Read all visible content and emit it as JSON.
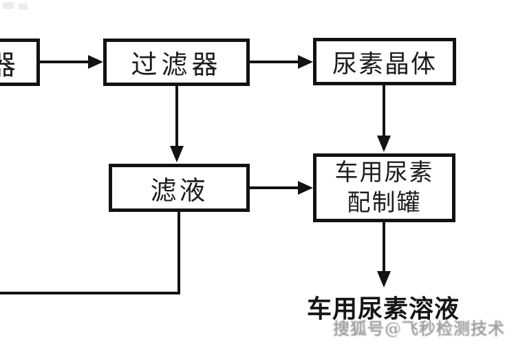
{
  "diagram": {
    "title_semantic": "vehicle-urea-production-flowchart",
    "background_color": "#ffffff",
    "line_color": "#121212",
    "nodes": {
      "crystallizer_partial": {
        "label": "器"
      },
      "filter": {
        "label": "过滤器"
      },
      "urea_crystal": {
        "label": "尿素晶体"
      },
      "filtrate": {
        "label": "滤液"
      },
      "prep_tank": {
        "label_line1": "车用尿素",
        "label_line2": "配制罐"
      }
    },
    "output_label": "车用尿素溶液",
    "watermark": {
      "text": "搜狐号@飞秒检测技术",
      "color": "#8f8f8f"
    },
    "flows": [
      "crystallizer -> filter",
      "filter -> urea_crystal",
      "filter -> filtrate",
      "urea_crystal -> prep_tank",
      "filtrate -> prep_tank",
      "prep_tank -> output_label",
      "filtrate -> recycle-line-to-left-edge"
    ]
  }
}
